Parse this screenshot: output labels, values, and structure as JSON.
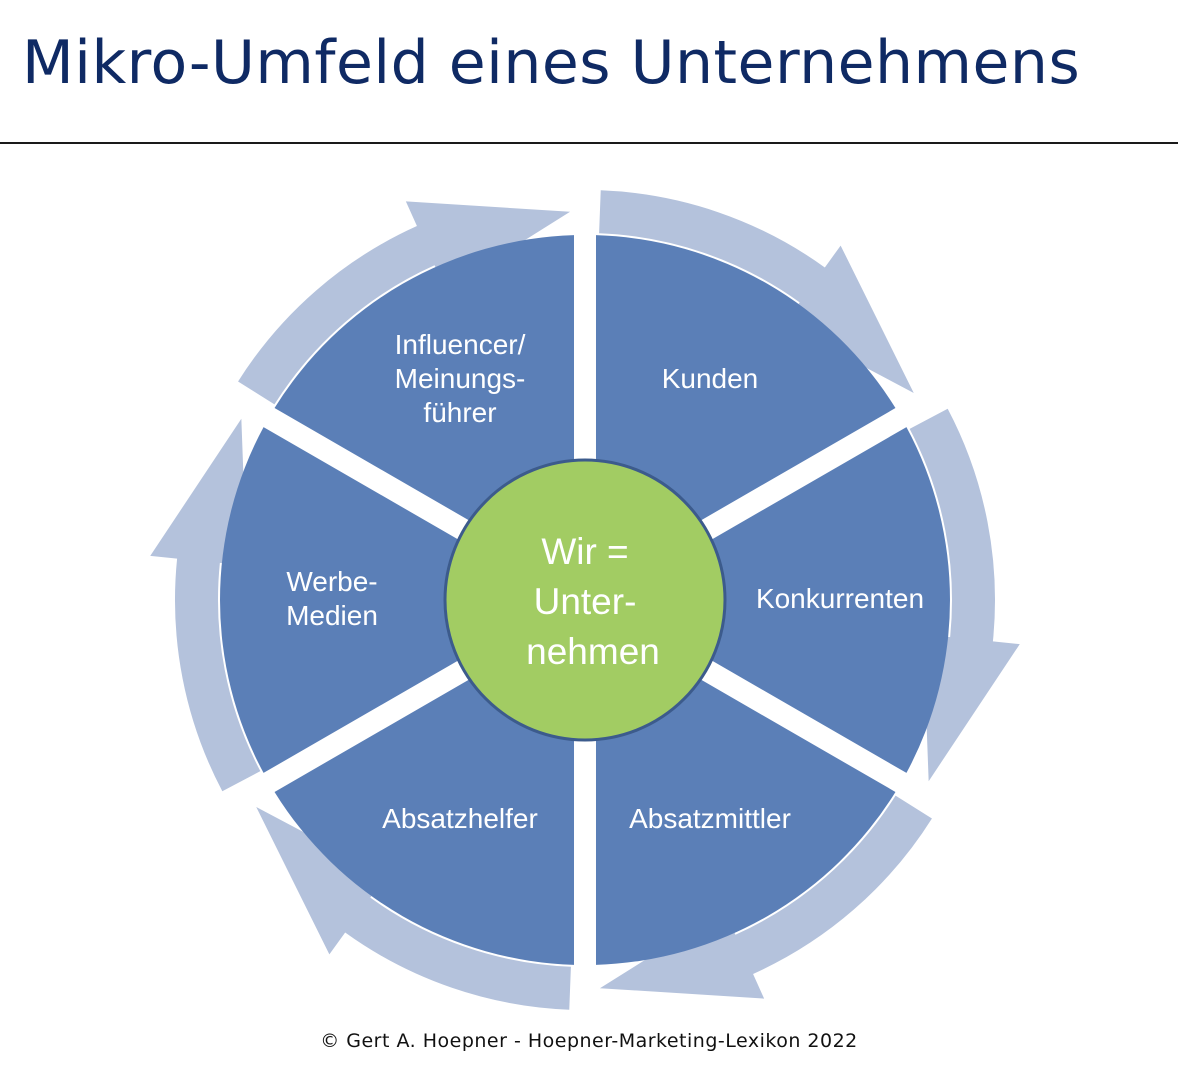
{
  "title": "Mikro-Umfeld eines Unternehmens",
  "center": {
    "lines": [
      "Wir =",
      "Unter-",
      "nehmen"
    ]
  },
  "segments": [
    {
      "id": "kunden",
      "lines": [
        "Kunden"
      ]
    },
    {
      "id": "konkurrenten",
      "lines": [
        "Konkurrenten"
      ]
    },
    {
      "id": "absatzmittler",
      "lines": [
        "Absatzmittler"
      ]
    },
    {
      "id": "absatzhelfer",
      "lines": [
        "Absatzhelfer"
      ]
    },
    {
      "id": "werbe-medien",
      "lines": [
        "Werbe-",
        "Medien"
      ]
    },
    {
      "id": "influencer",
      "lines": [
        "Influencer/",
        "Meinungs-",
        "führer"
      ]
    }
  ],
  "colors": {
    "title": "#0f2a64",
    "segment": "#5b7fb7",
    "ring_arrow": "#b4c2dc",
    "center_fill": "#a2cc63",
    "center_stroke": "#3c5b8c"
  },
  "footer": "© Gert A. Hoepner - Hoepner-Marketing-Lexikon 2022"
}
